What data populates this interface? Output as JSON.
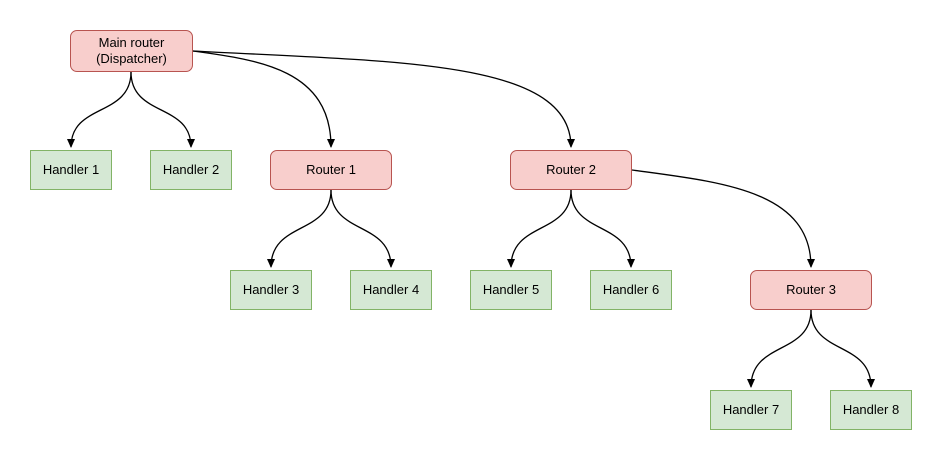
{
  "colors": {
    "background": "#ffffff",
    "router_fill": "#f8cecc",
    "router_border": "#b85450",
    "handler_fill": "#d5e8d4",
    "handler_border": "#82b366",
    "edge": "#000000",
    "text": "#000000"
  },
  "diagram": {
    "type": "tree",
    "nodes": {
      "main_router": {
        "label_line1": "Main router",
        "label_line2": "(Dispatcher)",
        "kind": "router"
      },
      "handler1": {
        "label": "Handler 1",
        "kind": "handler"
      },
      "handler2": {
        "label": "Handler 2",
        "kind": "handler"
      },
      "router1": {
        "label": "Router 1",
        "kind": "router"
      },
      "router2": {
        "label": "Router 2",
        "kind": "router"
      },
      "handler3": {
        "label": "Handler 3",
        "kind": "handler"
      },
      "handler4": {
        "label": "Handler 4",
        "kind": "handler"
      },
      "handler5": {
        "label": "Handler 5",
        "kind": "handler"
      },
      "handler6": {
        "label": "Handler 6",
        "kind": "handler"
      },
      "router3": {
        "label": "Router 3",
        "kind": "router"
      },
      "handler7": {
        "label": "Handler 7",
        "kind": "handler"
      },
      "handler8": {
        "label": "Handler 8",
        "kind": "handler"
      }
    },
    "edges": [
      {
        "from": "main_router",
        "to": "handler1"
      },
      {
        "from": "main_router",
        "to": "handler2"
      },
      {
        "from": "main_router",
        "to": "router1"
      },
      {
        "from": "main_router",
        "to": "router2"
      },
      {
        "from": "router1",
        "to": "handler3"
      },
      {
        "from": "router1",
        "to": "handler4"
      },
      {
        "from": "router2",
        "to": "handler5"
      },
      {
        "from": "router2",
        "to": "handler6"
      },
      {
        "from": "router2",
        "to": "router3"
      },
      {
        "from": "router3",
        "to": "handler7"
      },
      {
        "from": "router3",
        "to": "handler8"
      }
    ]
  }
}
